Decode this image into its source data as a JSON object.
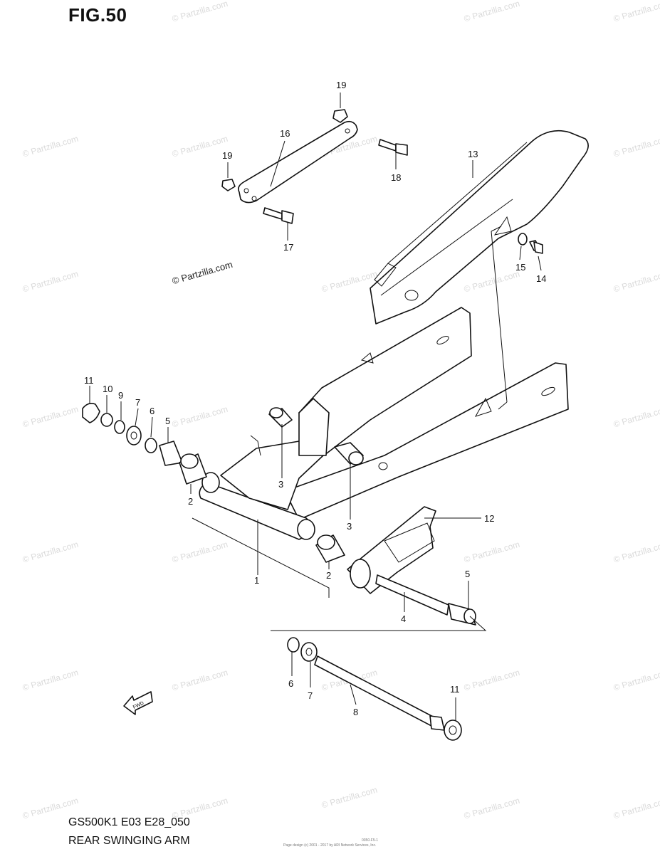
{
  "figure": {
    "title": "FIG.50",
    "model": "GS500K1 E03 E28_050",
    "caption": "REAR SWINGING ARM",
    "fwd_label": "FWD"
  },
  "watermark": {
    "text": "© Partzilla.com"
  },
  "callouts": [
    {
      "id": "c1",
      "label": "1"
    },
    {
      "id": "c2a",
      "label": "2"
    },
    {
      "id": "c2b",
      "label": "2"
    },
    {
      "id": "c3a",
      "label": "3"
    },
    {
      "id": "c3b",
      "label": "3"
    },
    {
      "id": "c4",
      "label": "4"
    },
    {
      "id": "c5a",
      "label": "5"
    },
    {
      "id": "c5b",
      "label": "5"
    },
    {
      "id": "c6a",
      "label": "6"
    },
    {
      "id": "c6b",
      "label": "6"
    },
    {
      "id": "c7a",
      "label": "7"
    },
    {
      "id": "c7b",
      "label": "7"
    },
    {
      "id": "c8",
      "label": "8"
    },
    {
      "id": "c9",
      "label": "9"
    },
    {
      "id": "c10",
      "label": "10"
    },
    {
      "id": "c11a",
      "label": "11"
    },
    {
      "id": "c11b",
      "label": "11"
    },
    {
      "id": "c12",
      "label": "12"
    },
    {
      "id": "c13",
      "label": "13"
    },
    {
      "id": "c14",
      "label": "14"
    },
    {
      "id": "c15",
      "label": "15"
    },
    {
      "id": "c16",
      "label": "16"
    },
    {
      "id": "c17",
      "label": "17"
    },
    {
      "id": "c18",
      "label": "18"
    },
    {
      "id": "c19a",
      "label": "19"
    },
    {
      "id": "c19b",
      "label": "19"
    }
  ],
  "footer_fine_print": {
    "code": "0350-F5-1",
    "credit": "Page design (c) 2001 - 2017 by ARI Network Services, Inc."
  }
}
